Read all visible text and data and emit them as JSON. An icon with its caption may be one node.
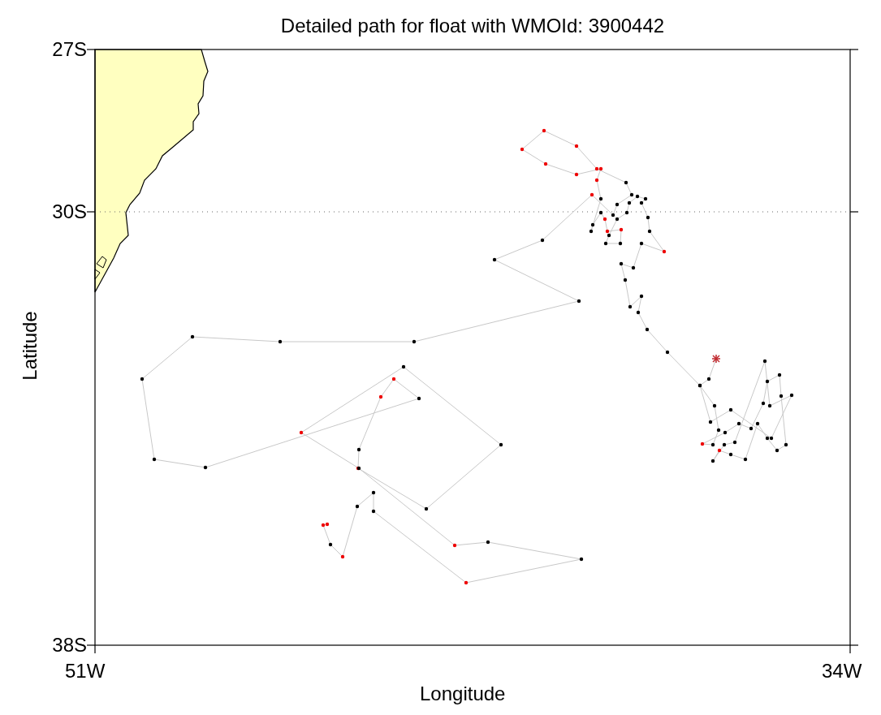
{
  "diagram": {
    "title": "Detailed path for float with WMOId: 3900442",
    "labels": [
      "27S",
      "30S",
      "38S",
      "51W",
      "34W",
      "Longitude",
      "Latitude"
    ]
  }
}
